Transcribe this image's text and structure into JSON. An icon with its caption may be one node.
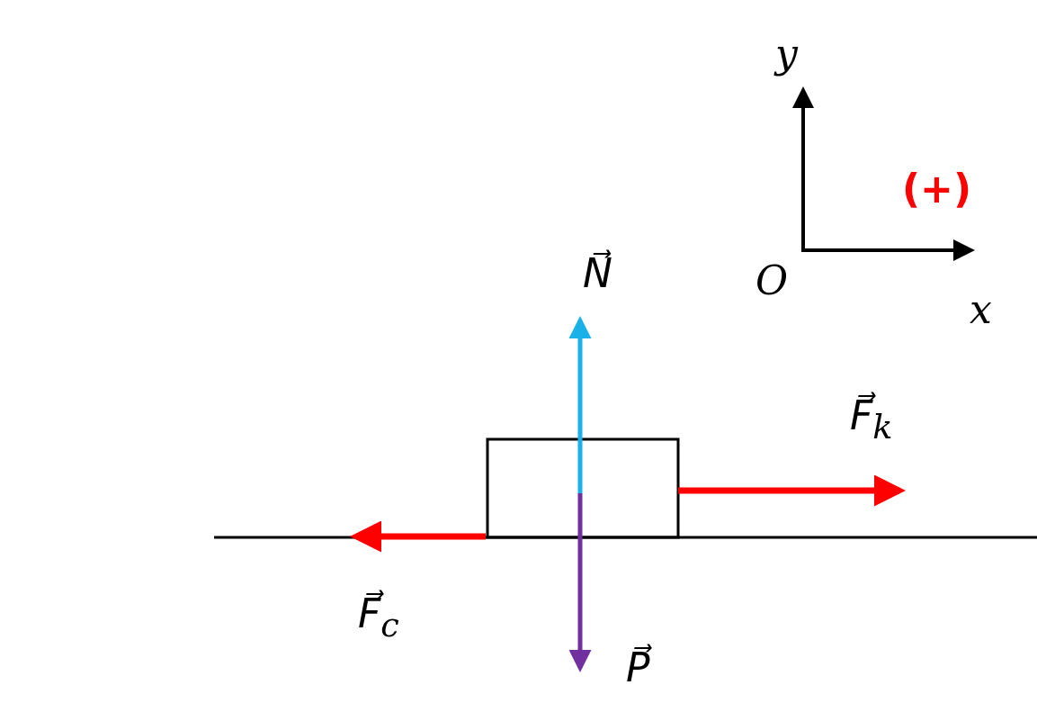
{
  "diagram": {
    "labels": [
      "y",
      "(+)",
      "O",
      "x",
      "N⃗",
      "F⃗$_{k}$",
      "F⃗$_{c}$",
      "P⃗"
    ]
  }
}
